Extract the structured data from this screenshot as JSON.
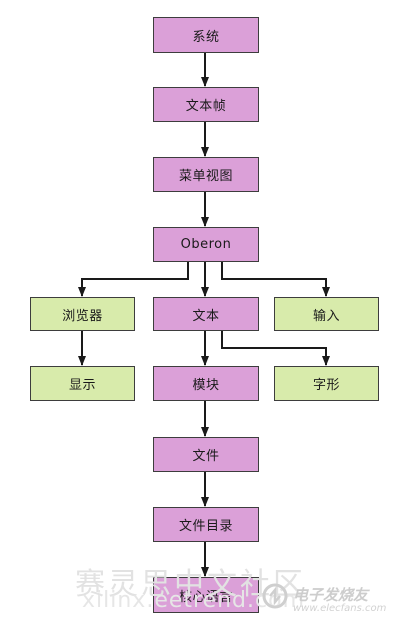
{
  "nodes": {
    "system": "系统",
    "text_frame": "文本帧",
    "menu_view": "菜单视图",
    "oberon": "Oberon",
    "browser": "浏览器",
    "text": "文本",
    "input": "输入",
    "display": "显示",
    "module": "模块",
    "glyph": "字形",
    "file": "文件",
    "file_directory": "文件目录",
    "core_language": "核心语言"
  },
  "colors": {
    "pink": "#dba0d8",
    "green": "#d8ebab",
    "border": "#3d3d3d"
  },
  "watermark": {
    "cn": "赛灵思中文社区",
    "en": "xilinx.eetrend.com",
    "logo_text": "电子发烧友",
    "logo_url": "www.elecfans.com"
  }
}
